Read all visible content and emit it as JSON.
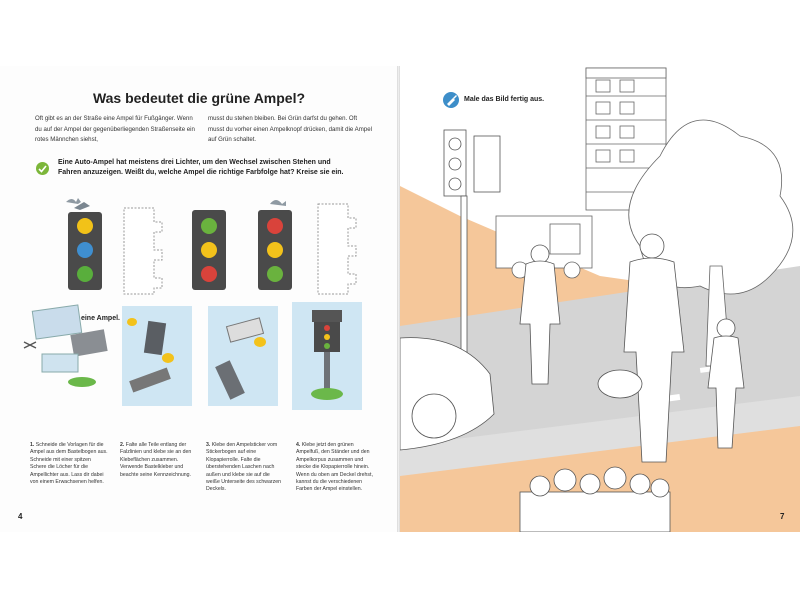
{
  "left_page": {
    "title": "Was bedeutet die grüne Ampel?",
    "intro_col1": "Oft gibt es an der Straße eine Ampel für Fußgänger. Wenn du auf der Ampel der gegenüberliegenden Straßenseite ein rotes Männchen siehst,",
    "intro_col2": "musst du stehen bleiben. Bei Grün darfst du gehen. Oft musst du vorher einen Ampelknopf drücken, damit die Ampel auf Grün schaltet.",
    "task1": {
      "icon": "pencil-check-icon",
      "text": "Eine Auto-Ampel hat meistens drei Lichter, um den Wechsel zwischen Stehen und Fahren anzuzeigen. Weißt du, welche Ampel die richtige Farbfolge hat? Kreise sie ein."
    },
    "task2": {
      "icon": "scissors-icon",
      "text": "Bastle eine Ampel."
    },
    "traffic_lights": [
      {
        "top": "#f2c218",
        "middle": "#3f8fd0",
        "bottom": "#59ae3c"
      },
      {
        "top": "#6ab23e",
        "middle": "#f3c21b",
        "bottom": "#d9433b"
      },
      {
        "top": "#d9433b",
        "middle": "#f3c21b",
        "bottom": "#6ab23e"
      }
    ],
    "steps": [
      {
        "num": "1.",
        "text": "Schneide die Vorlagen für die Ampel aus dem Bastelbogen aus. Schneide mit einer spitzen Schere die Löcher für die Ampellichter aus. Lass dir dabei von einem Erwachsenen helfen."
      },
      {
        "num": "2.",
        "text": "Falte alle Teile entlang der Falzlinien und klebe sie an den Klebeflächen zusammen. Verwende Bastelkleber und beachte seine Kennzeichnung."
      },
      {
        "num": "3.",
        "text": "Klebe den Ampelsticker vom Stickerbogen auf eine Klopapierrolle. Falte die überstehenden Laschen nach außen und klebe sie auf die weiße Unterseite des schwarzen Deckels."
      },
      {
        "num": "4.",
        "text": "Klebe jetzt den grünen Ampelfuß, den Ständer und den Ampelkorpus zusammen und stecke die Klopapierrolle hinein. Wenn du oben am Deckel drehst, kannst du die verschiedenen Farben der Ampel einstellen."
      }
    ],
    "page_number": "4"
  },
  "right_page": {
    "paint_icon": "brush-icon",
    "paint_text": "Male das Bild fertig aus.",
    "page_number": "7"
  },
  "colors": {
    "orange_ground": "#f5c79a",
    "road": "#d4d4d4",
    "light_box": "#4a4a4a",
    "step_bg": "#cfe6f3"
  }
}
